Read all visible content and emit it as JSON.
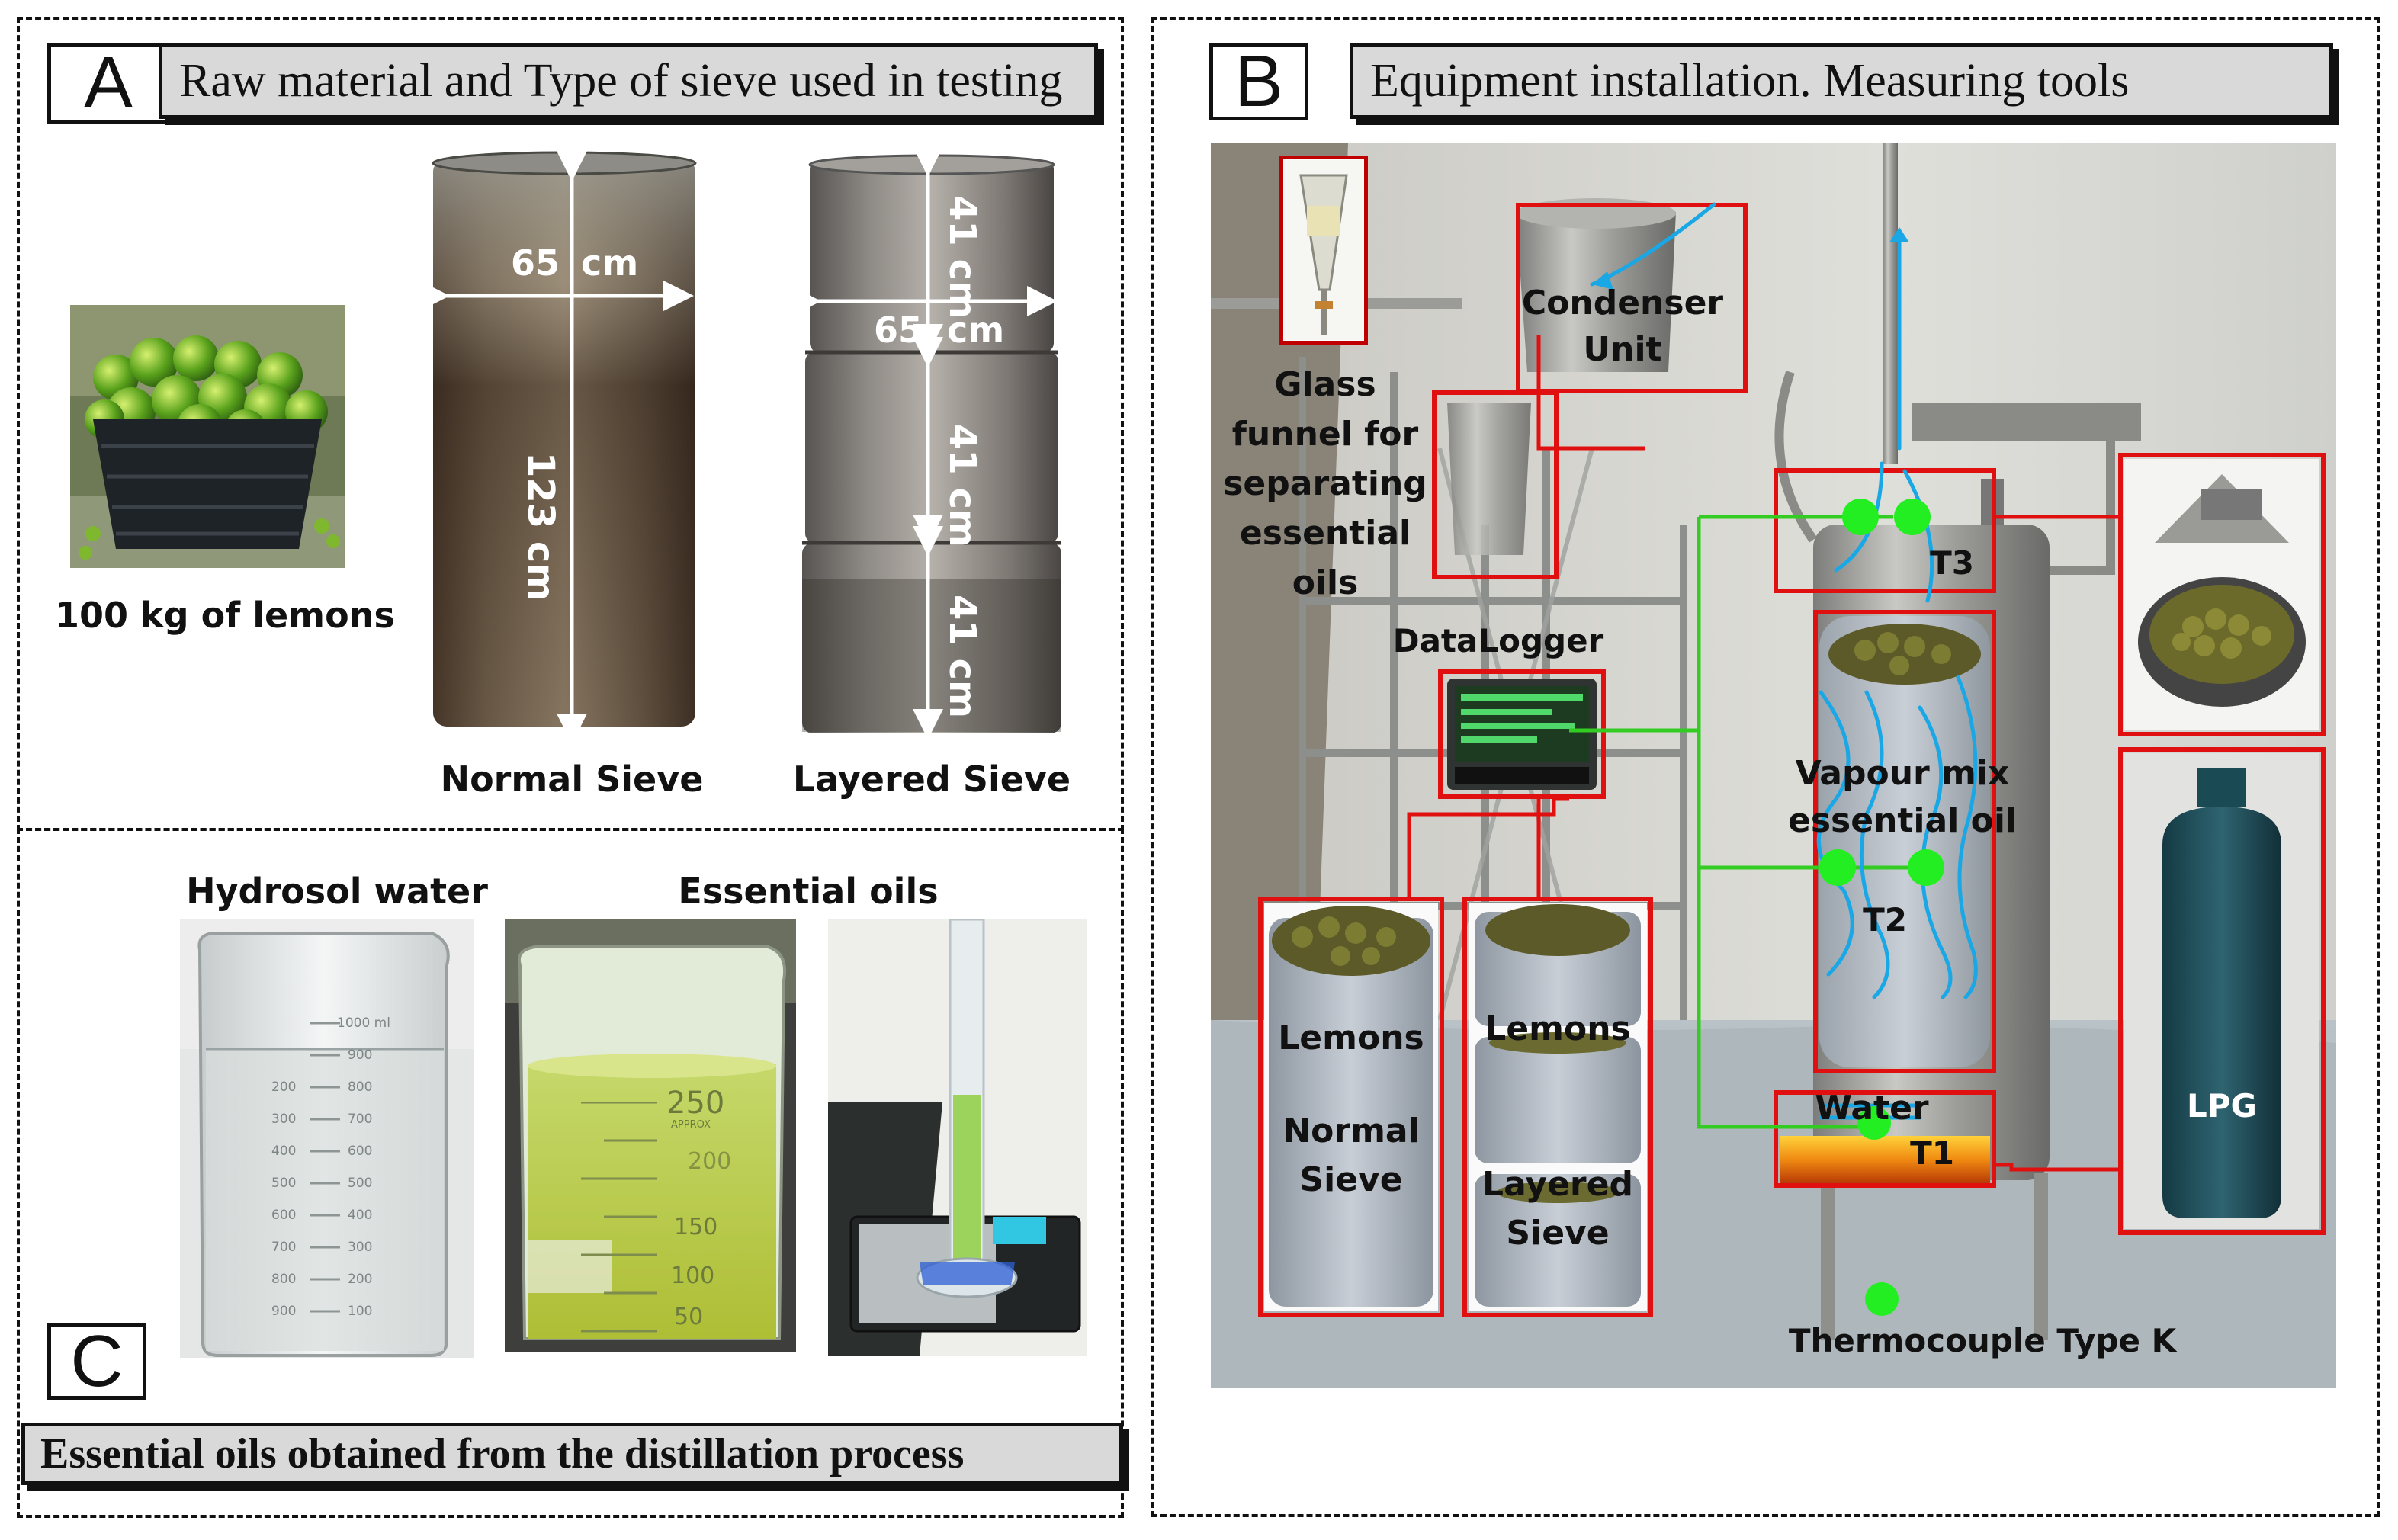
{
  "panel_a": {
    "letter": "A",
    "title": "Raw material and Type of sieve used in testing",
    "lemons_caption": "100 kg of lemons",
    "normal_sieve": {
      "caption": "Normal Sieve",
      "width_label": "65",
      "width_unit": "cm",
      "height_label": "123 cm"
    },
    "layered_sieve": {
      "caption": "Layered Sieve",
      "width_label": "65",
      "width_unit": "cm",
      "layer_labels": [
        "41 cm",
        "41 cm",
        "41 cm"
      ]
    }
  },
  "panel_b": {
    "letter": "B",
    "title": "Equipment installation. Measuring tools",
    "labels": {
      "condenser": [
        "Condenser",
        "Unit"
      ],
      "glass_funnel": [
        "Glass",
        "funnel for",
        "separating",
        "essential",
        "oils"
      ],
      "datalogger": "DataLogger",
      "t3": "T3",
      "vapour": [
        "Vapour mix",
        "essential oil"
      ],
      "t2": "T2",
      "water": "Water",
      "t1": "T1",
      "lpg": "LPG",
      "normal_sieve": [
        "Lemons",
        "Normal",
        "Sieve"
      ],
      "layered_sieve": [
        "Lemons",
        "Layered",
        "Sieve"
      ],
      "thermocouple": "Thermocouple Type K"
    },
    "colors": {
      "frame": "#e01010",
      "wire": "#33cc22",
      "thermocouple_dot": "#22ee22",
      "vapour_flow": "#1aa7e6"
    }
  },
  "panel_c": {
    "letter": "C",
    "title": "Essential oils obtained from the distillation process",
    "hydrosol_caption": "Hydrosol water",
    "essential_oils_caption": "Essential oils",
    "beaker_marks_left": [
      "1000 ml",
      "900",
      "800",
      "700",
      "600",
      "500",
      "400",
      "300",
      "200",
      "100"
    ],
    "beaker_marks_right": [
      "200",
      "300",
      "400",
      "500",
      "600",
      "700",
      "800",
      "900"
    ],
    "oil_beaker_marks": [
      "250",
      "APPROX",
      "200",
      "150",
      "100",
      "50"
    ]
  }
}
